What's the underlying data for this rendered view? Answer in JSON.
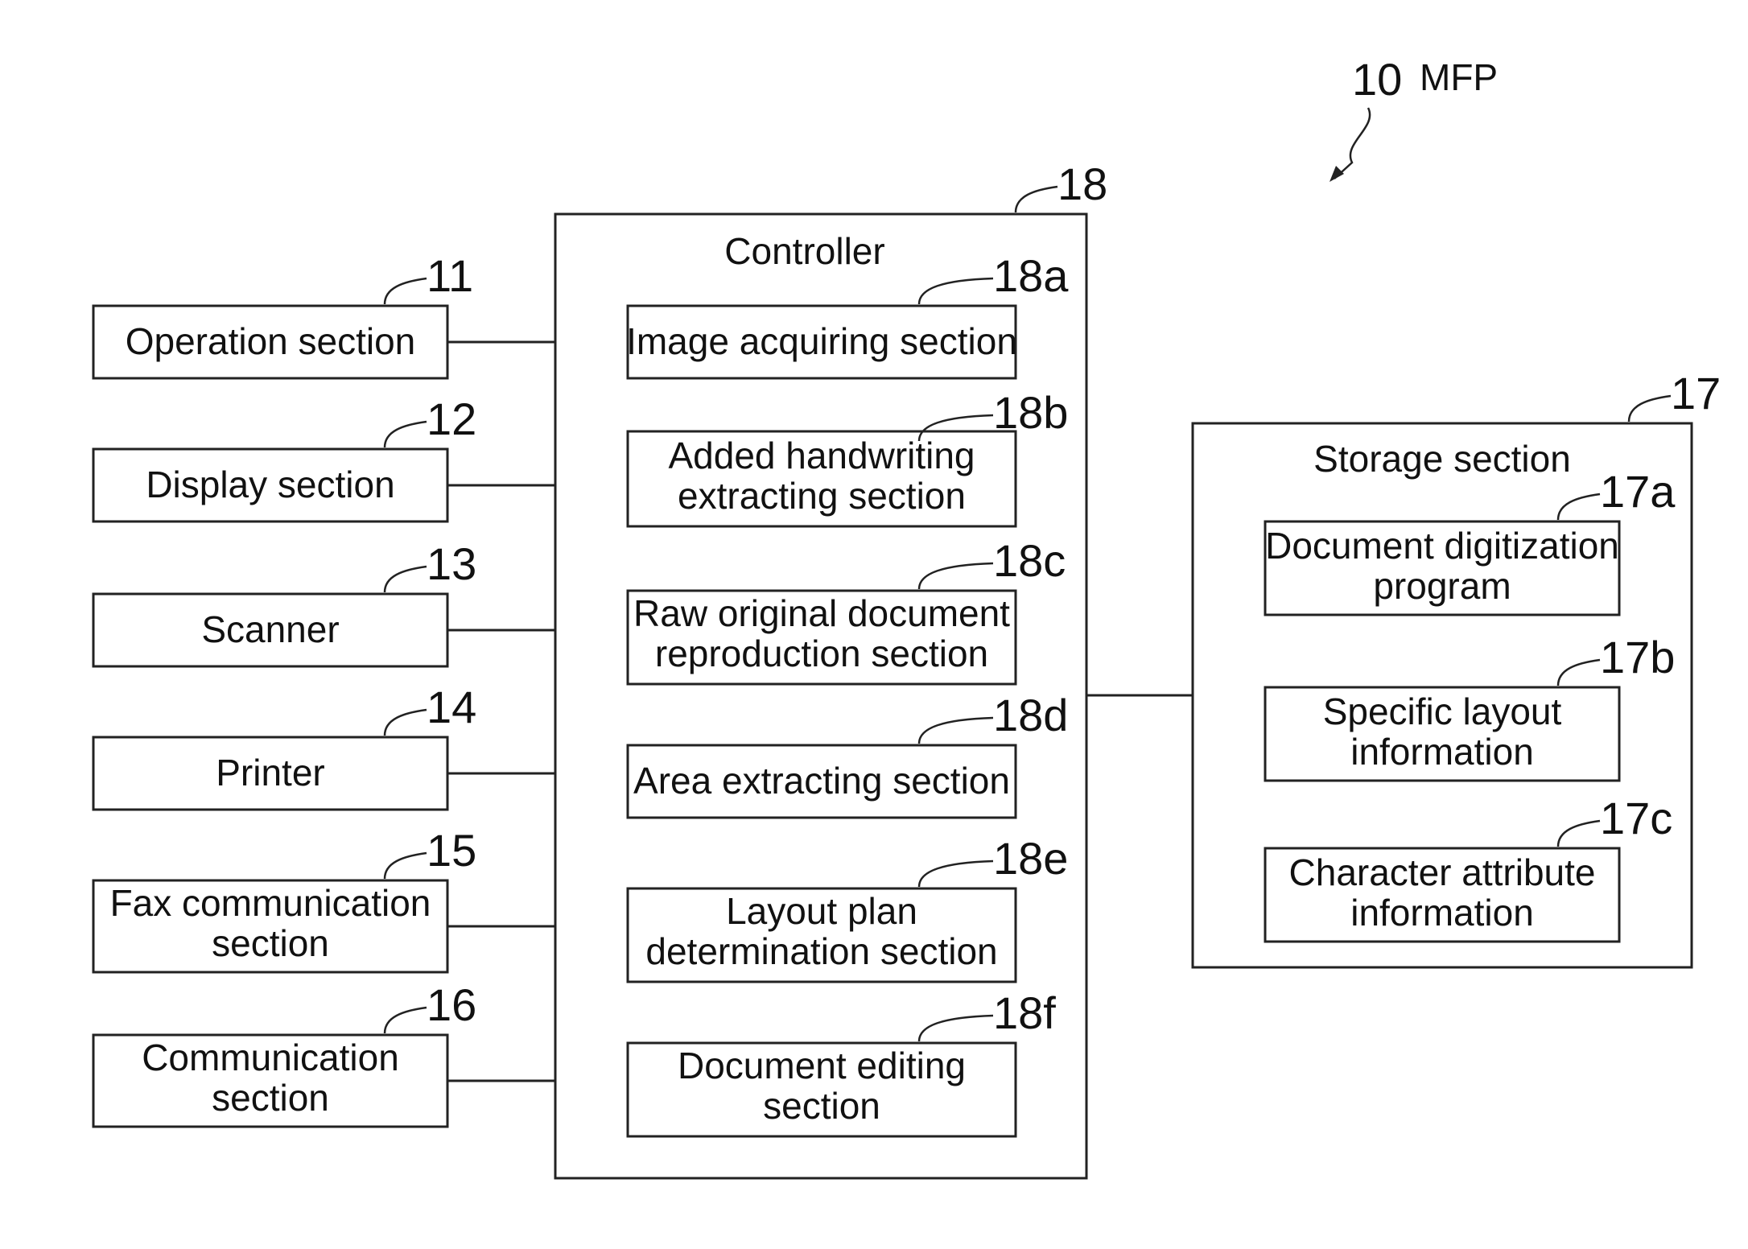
{
  "device": {
    "ref": "10",
    "name": "MFP"
  },
  "left_sections": [
    {
      "ref": "11",
      "lines": [
        "Operation section"
      ]
    },
    {
      "ref": "12",
      "lines": [
        "Display section"
      ]
    },
    {
      "ref": "13",
      "lines": [
        "Scanner"
      ]
    },
    {
      "ref": "14",
      "lines": [
        "Printer"
      ]
    },
    {
      "ref": "15",
      "lines": [
        "Fax communication",
        "section"
      ]
    },
    {
      "ref": "16",
      "lines": [
        "Communication",
        "section"
      ]
    }
  ],
  "controller": {
    "ref": "18",
    "title": "Controller",
    "units": [
      {
        "ref": "18a",
        "lines": [
          "Image acquiring section"
        ]
      },
      {
        "ref": "18b",
        "lines": [
          "Added handwriting",
          "extracting section"
        ]
      },
      {
        "ref": "18c",
        "lines": [
          "Raw original document",
          "reproduction section"
        ]
      },
      {
        "ref": "18d",
        "lines": [
          "Area extracting section"
        ]
      },
      {
        "ref": "18e",
        "lines": [
          "Layout plan",
          "determination section"
        ]
      },
      {
        "ref": "18f",
        "lines": [
          "Document editing",
          "section"
        ]
      }
    ]
  },
  "storage": {
    "ref": "17",
    "title": "Storage section",
    "items": [
      {
        "ref": "17a",
        "lines": [
          "Document digitization",
          "program"
        ]
      },
      {
        "ref": "17b",
        "lines": [
          "Specific layout",
          "information"
        ]
      },
      {
        "ref": "17c",
        "lines": [
          "Character attribute",
          "information"
        ]
      }
    ]
  }
}
